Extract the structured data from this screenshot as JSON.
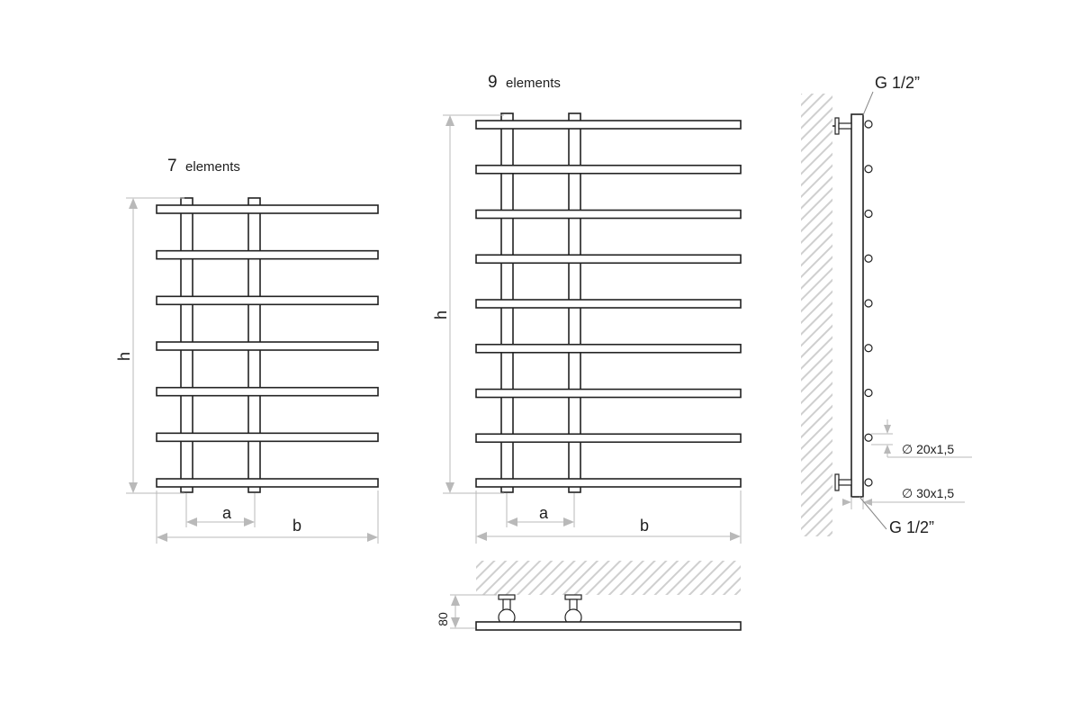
{
  "diagrams": {
    "seven": {
      "count": "7",
      "word": "elements",
      "rails": 7
    },
    "nine": {
      "count": "9",
      "word": "elements",
      "rails": 9
    }
  },
  "labels": {
    "height": "h",
    "spacing": "a",
    "width": "b",
    "depth": "80",
    "thread_top": "G 1/2”",
    "thread_bottom": "G 1/2”",
    "tube_small": "∅ 20x1,5",
    "tube_large": "∅ 30x1,5"
  },
  "colors": {
    "line": "#222222",
    "dimension": "#b9b9b9",
    "hatch": "#cfcfcf"
  }
}
